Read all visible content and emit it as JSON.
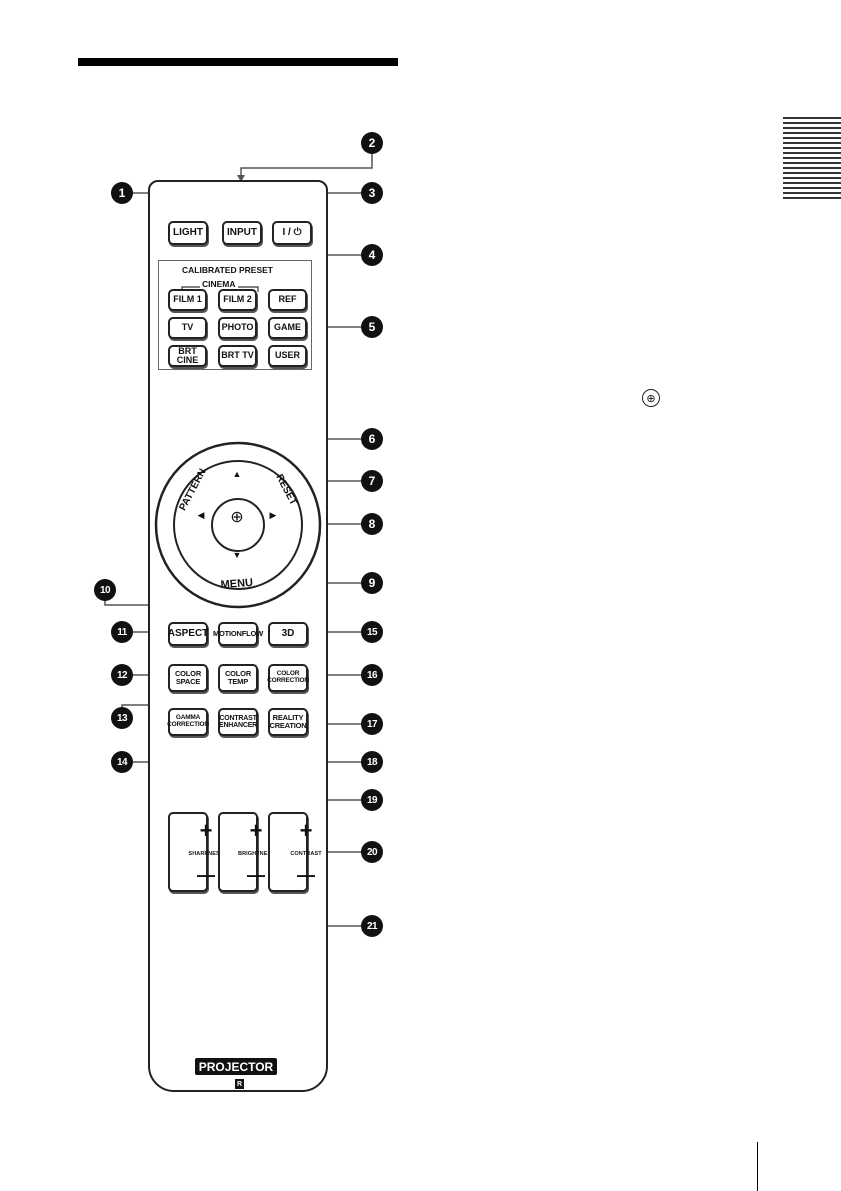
{
  "buttons": {
    "light": "LIGHT",
    "input": "INPUT",
    "power": "I / ⏻",
    "calibrated_preset": "CALIBRATED PRESET",
    "cinema": "CINEMA",
    "film1": "FILM 1",
    "film2": "FILM 2",
    "ref": "REF",
    "tv": "TV",
    "photo": "PHOTO",
    "game": "GAME",
    "brt_cine": "BRT CINE",
    "brt_tv": "BRT TV",
    "user": "USER",
    "pattern": "PATTERN",
    "reset": "RESET",
    "menu": "MENU",
    "aspect": "ASPECT",
    "motionflow": "MOTIONFLOW",
    "three_d": "3D",
    "color_space_1": "COLOR",
    "color_space_2": "SPACE",
    "color_temp_1": "COLOR",
    "color_temp_2": "TEMP",
    "color_correction_1": "COLOR",
    "color_correction_2": "CORRECTION",
    "gamma_1": "GAMMA",
    "gamma_2": "CORRECTION",
    "contrast_enh_1": "CONTRAST",
    "contrast_enh_2": "ENHANCER",
    "reality_1": "REALITY",
    "reality_2": "CREATION",
    "sharpness": "SHARPNESS",
    "brightness": "BRIGHTNESS",
    "contrast": "CONTRAST",
    "plus": "+",
    "minus": "—"
  },
  "branding": {
    "projector": "PROJECTOR",
    "mark": "R"
  },
  "callouts": [
    "1",
    "2",
    "3",
    "4",
    "5",
    "6",
    "7",
    "8",
    "9",
    "10",
    "11",
    "12",
    "13",
    "14",
    "15",
    "16",
    "17",
    "18",
    "19",
    "20",
    "21"
  ],
  "enter_symbol": "⊕"
}
